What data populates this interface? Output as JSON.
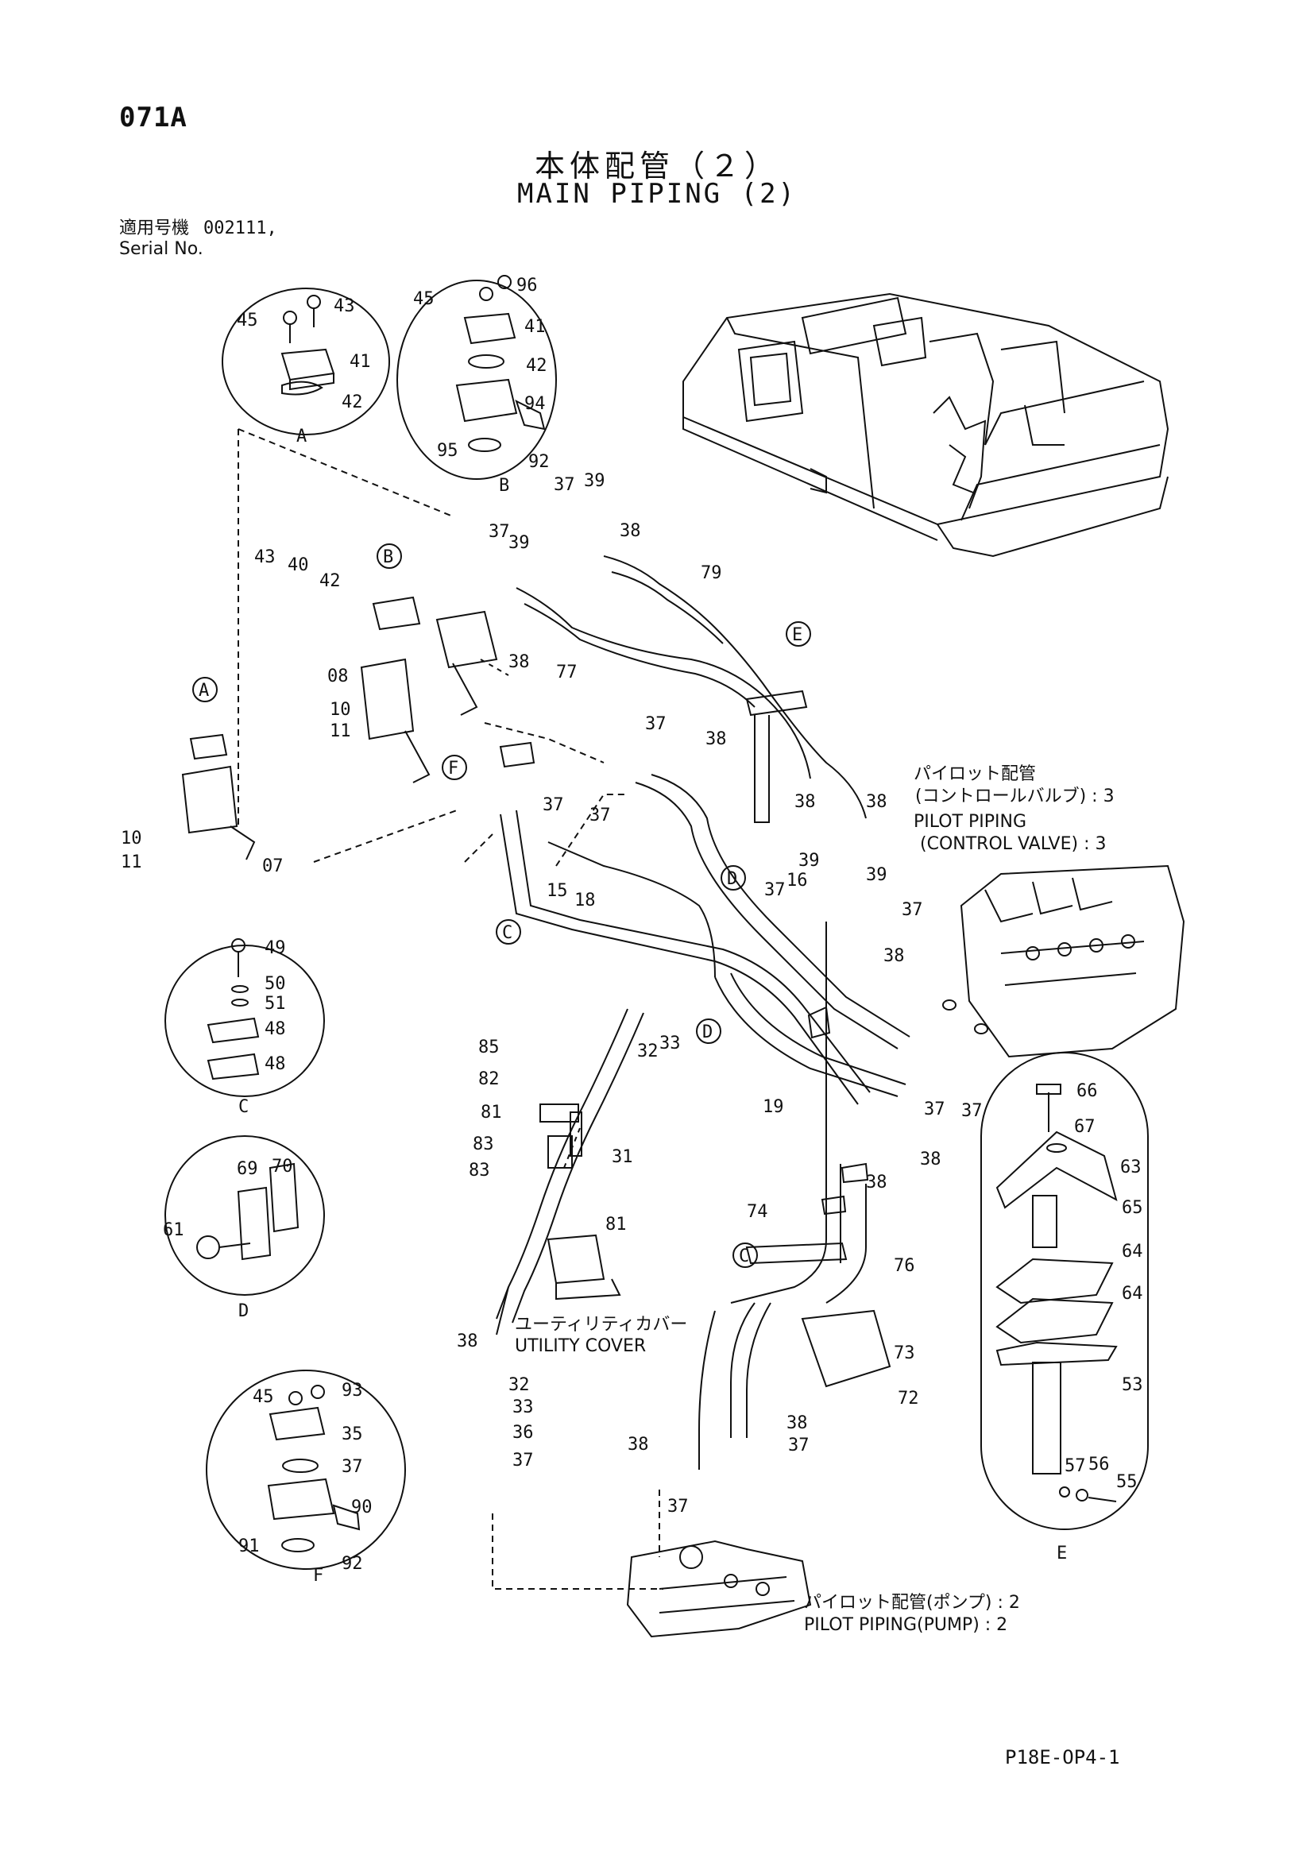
{
  "page_code": "071A",
  "title_ja": "本体配管（２）",
  "title_en": "MAIN PIPING (2)",
  "serial": {
    "label_ja": "適用号機",
    "label_en": "Serial No.",
    "value": "002111,"
  },
  "notes": {
    "pilot_control_ja": "パイロット配管",
    "pilot_control_ja2": "(コントロールバルブ) : 3",
    "pilot_control_en": "PILOT PIPING",
    "pilot_control_en2": "(CONTROL VALVE) : 3",
    "utility_ja": "ユーティリティカバー",
    "utility_en": "UTILITY COVER",
    "pilot_pump_ja": "パイロット配管(ポンプ) : 2",
    "pilot_pump_en": "PILOT PIPING(PUMP) : 2"
  },
  "detail_views": [
    "A",
    "B",
    "C",
    "D",
    "E",
    "F"
  ],
  "part_numbers": [
    "07",
    "08",
    "10",
    "11",
    "15",
    "16",
    "18",
    "19",
    "31",
    "32",
    "33",
    "35",
    "36",
    "37",
    "38",
    "39",
    "40",
    "41",
    "42",
    "43",
    "45",
    "48",
    "49",
    "50",
    "51",
    "53",
    "55",
    "56",
    "57",
    "61",
    "63",
    "64",
    "65",
    "66",
    "67",
    "69",
    "70",
    "72",
    "73",
    "74",
    "76",
    "77",
    "79",
    "81",
    "82",
    "83",
    "85",
    "90",
    "91",
    "92",
    "93",
    "94",
    "95",
    "96"
  ],
  "footer": "P18E-OP4-1"
}
